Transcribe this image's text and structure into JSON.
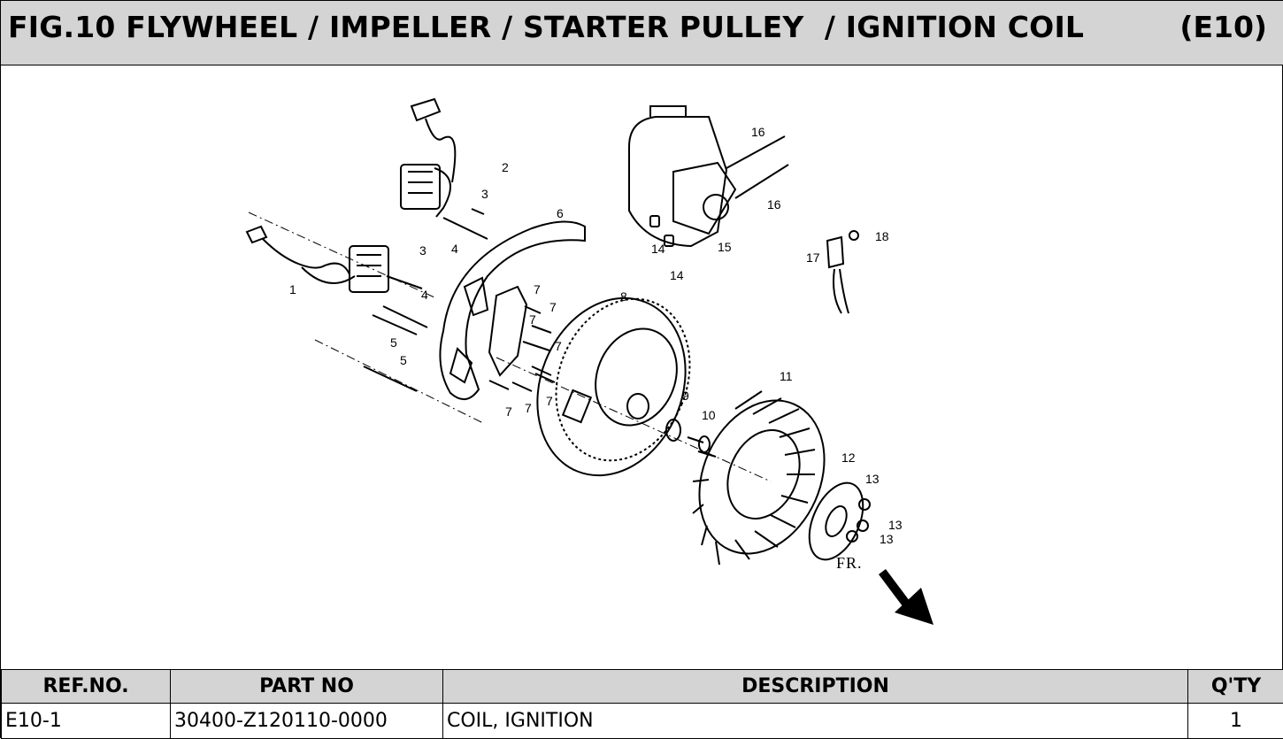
{
  "header": {
    "title": "FIG.10 FLYWHEEL / IMPELLER / STARTER PULLEY  / IGNITION COIL",
    "code": "(E10)"
  },
  "diagram": {
    "callouts": [
      "1",
      "2",
      "3",
      "3",
      "4",
      "4",
      "5",
      "5",
      "6",
      "7",
      "7",
      "7",
      "7",
      "7",
      "7",
      "7",
      "8",
      "9",
      "10",
      "11",
      "12",
      "13",
      "13",
      "13",
      "14",
      "14",
      "15",
      "16",
      "16",
      "17",
      "18"
    ],
    "direction_label": "FR."
  },
  "table": {
    "headers": [
      "REF.NO.",
      "PART NO",
      "DESCRIPTION",
      "Q'TY"
    ],
    "rows": [
      [
        "E10-1",
        "30400-Z120110-0000",
        "COIL, IGNITION",
        "1"
      ]
    ]
  }
}
